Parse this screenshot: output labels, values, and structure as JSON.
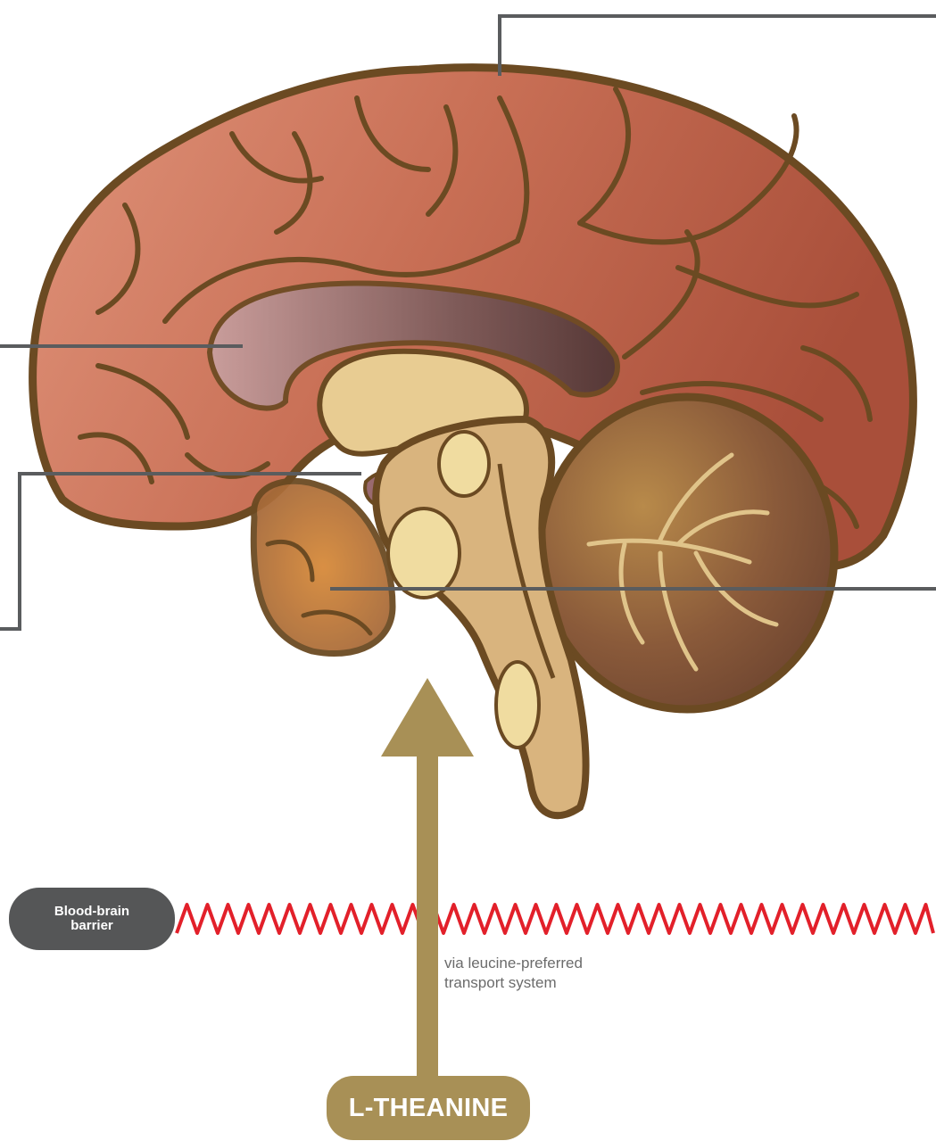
{
  "barrier": {
    "label_line1": "Blood-brain",
    "label_line2": "barrier",
    "color": "#e2202a"
  },
  "transport": {
    "line1": "via leucine-preferred",
    "line2": "transport system"
  },
  "compound": {
    "label": "L-THEANINE",
    "color": "#a89056"
  },
  "icons": [
    "brain-illustration",
    "up-arrow-icon",
    "wavy-barrier-line"
  ],
  "colors": {
    "cerebrum": "#c86f55",
    "outline": "#6b4a22",
    "cerebellum": "#8a5a3a",
    "brainstem": "#d9b47e",
    "leader_line": "#5a5c5e",
    "label_pill": "#555657"
  }
}
